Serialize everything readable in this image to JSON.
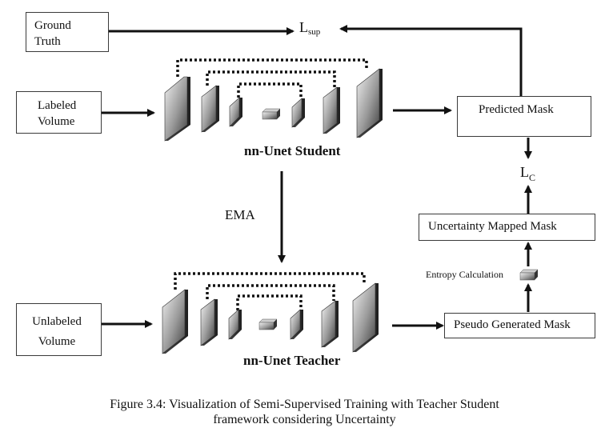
{
  "boxes": {
    "ground_truth": "Ground\nTruth",
    "labeled_volume": "Labeled\nVolume",
    "unlabeled_volume": "Unlabeled\nVolume",
    "predicted_mask": "Predicted Mask",
    "uncertainty_mapped_mask": "Uncertainty Mapped Mask",
    "pseudo_generated_mask": "Pseudo Generated Mask"
  },
  "labels": {
    "student_title": "nn-Unet Student",
    "teacher_title": "nn-Unet Teacher",
    "ema": "EMA",
    "entropy": "Entropy Calculation",
    "lsup_main": "L",
    "lsup_sub": "sup",
    "lc_main": "L",
    "lc_sub": "C"
  },
  "caption": {
    "line1": "Figure 3.4: Visualization of Semi-Supervised Training with Teacher Student",
    "line2": "framework considering Uncertainty"
  }
}
